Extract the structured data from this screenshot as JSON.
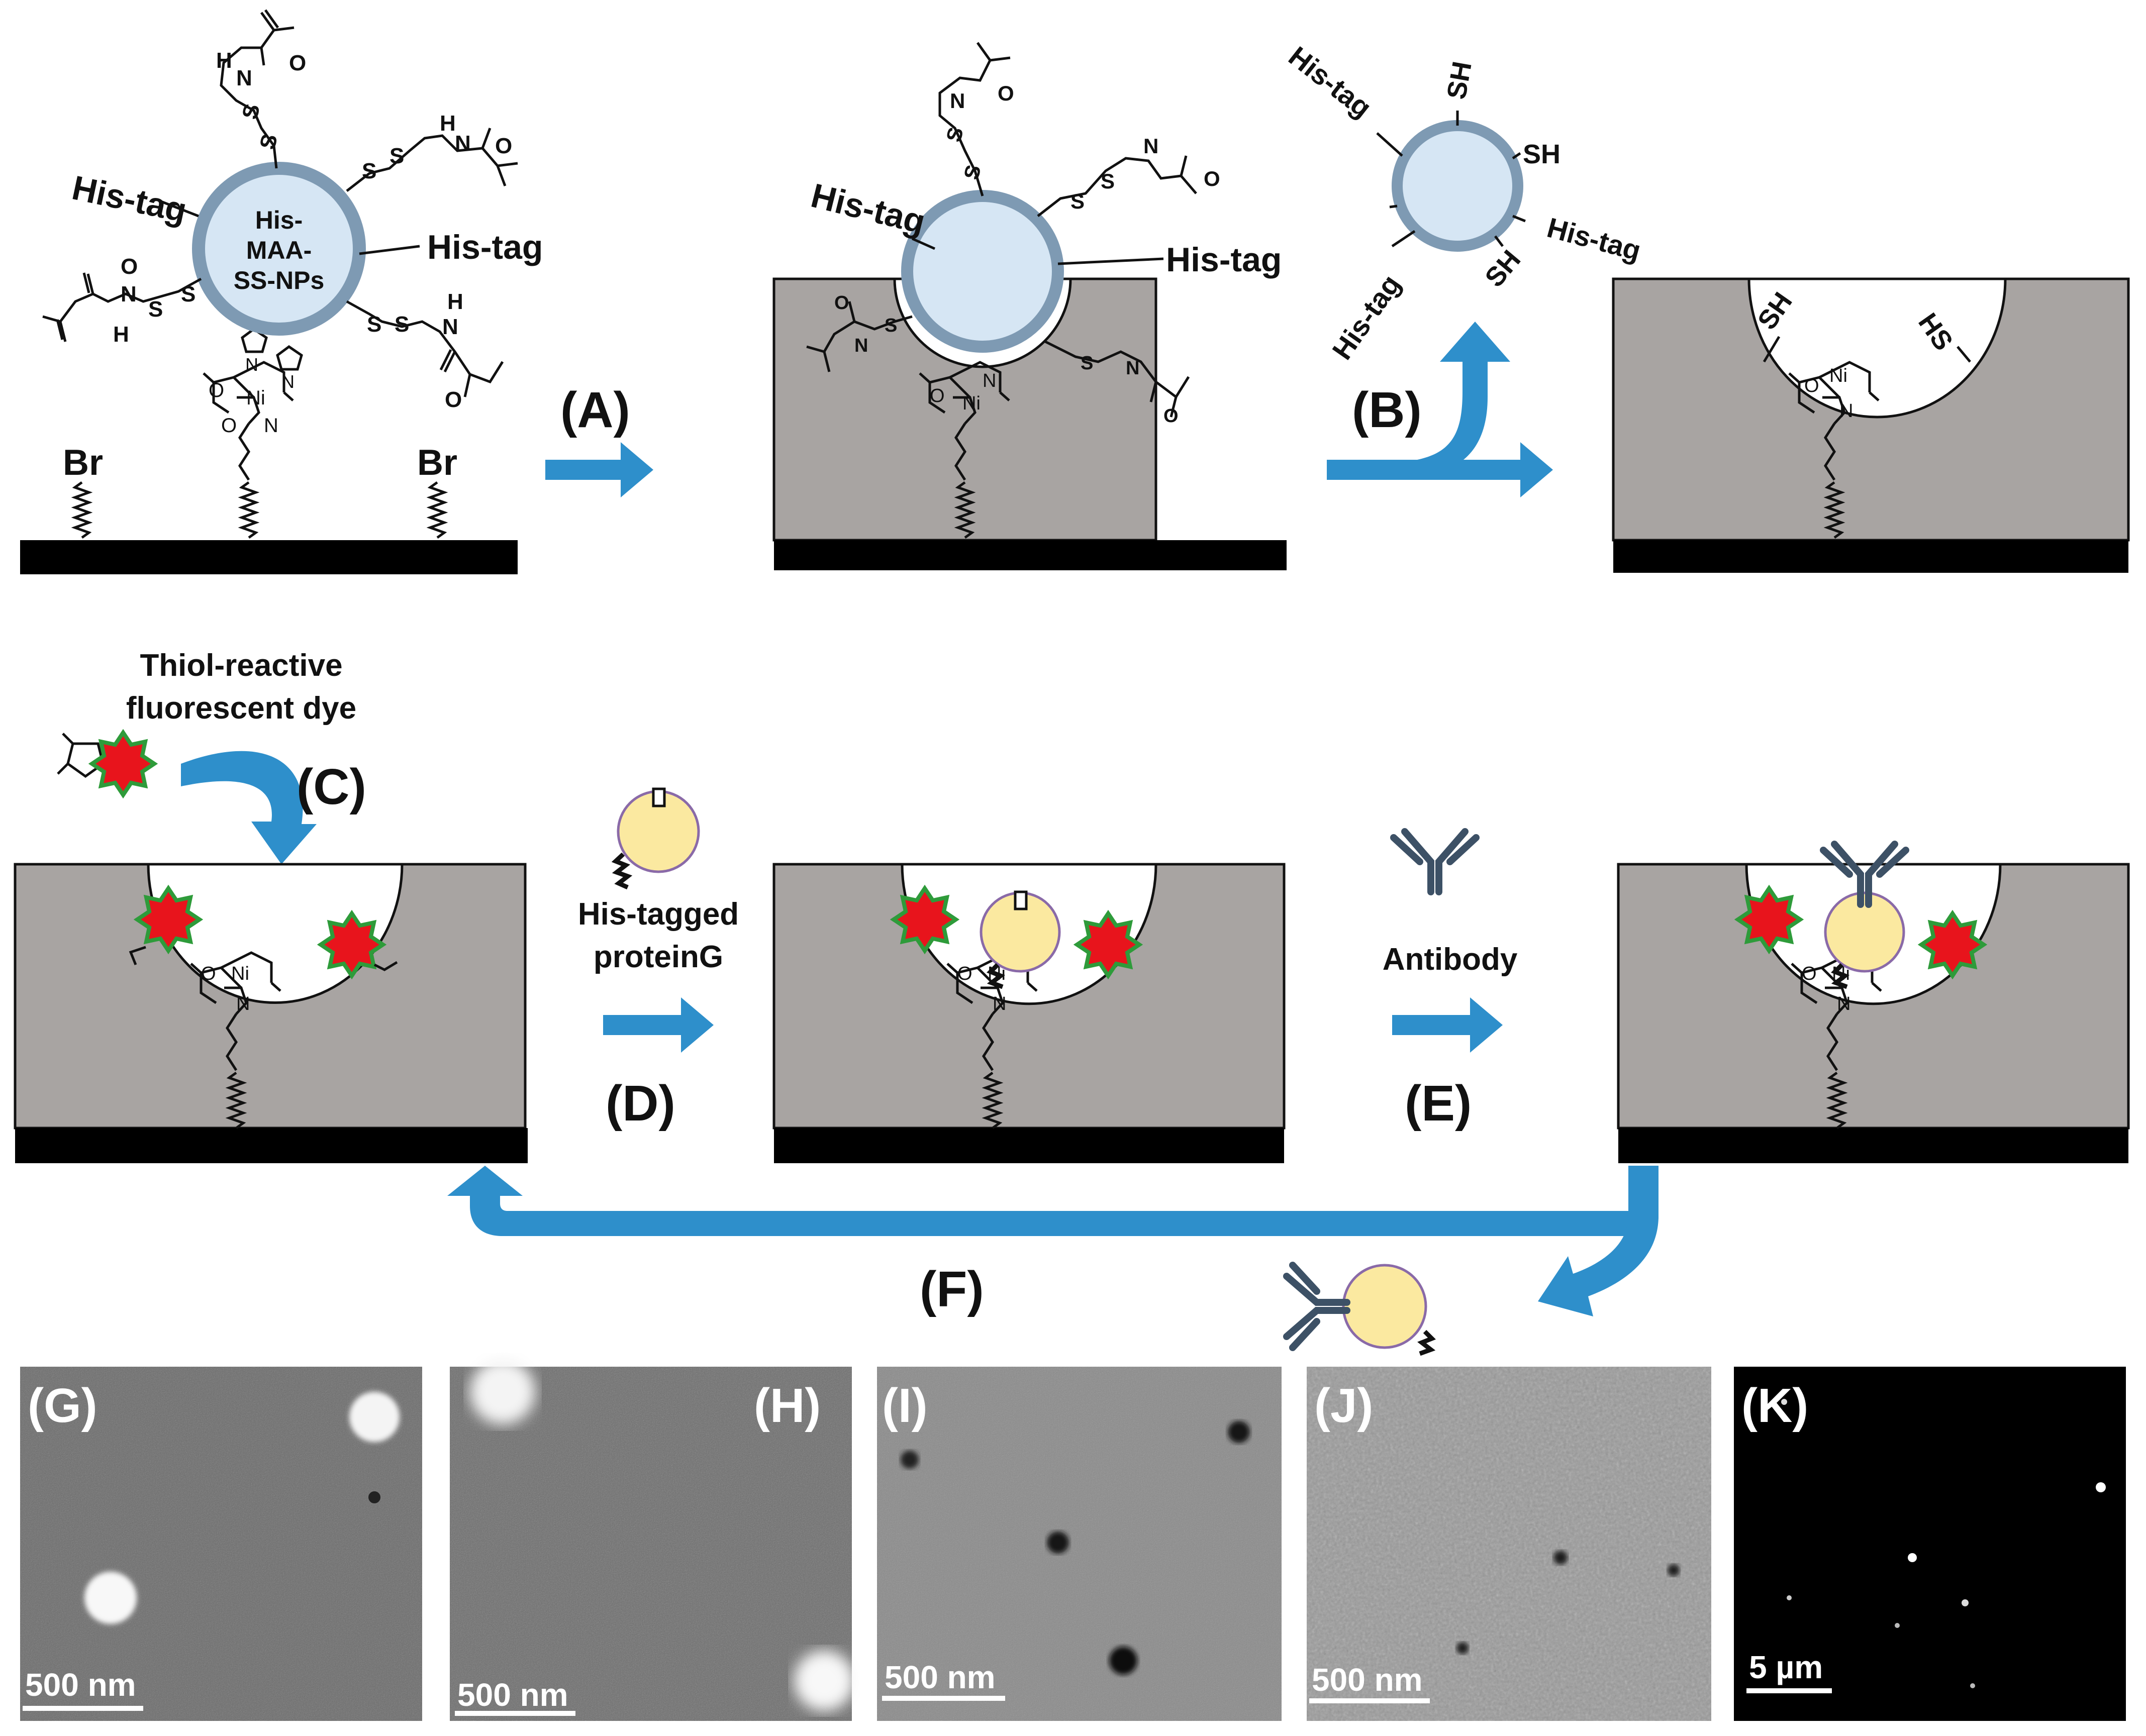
{
  "steps": {
    "a": "(A)",
    "b": "(B)",
    "c": "(C)",
    "d": "(D)",
    "e": "(E)",
    "f": "(F)"
  },
  "nanoparticle": {
    "label_line1": "His-",
    "label_line2": "MAA-",
    "label_line3": "SS-NPs",
    "his_tag": "His-tag",
    "thiol": "SH",
    "thiol_rev": "HS"
  },
  "substrate": {
    "initiator": "Br"
  },
  "chemistry": {
    "nickel": "Ni",
    "nitrogen": "N",
    "oxygen": "O",
    "sulfur": "S",
    "hydrogen": "H"
  },
  "reagents": {
    "dye_line1": "Thiol-reactive",
    "dye_line2": "fluorescent dye",
    "protein_line1": "His-tagged",
    "protein_line2": "proteinG",
    "antibody": "Antibody"
  },
  "micrographs": [
    {
      "label": "(G)",
      "scale": "500 nm"
    },
    {
      "label": "(H)",
      "scale": "500 nm"
    },
    {
      "label": "(I)",
      "scale": "500 nm"
    },
    {
      "label": "(J)",
      "scale": "500 nm"
    },
    {
      "label": "(K)",
      "scale": "5 µm"
    }
  ],
  "colors": {
    "arrow": "#2e8fcb",
    "arrow_dark": "#1a6fa3",
    "polymer": "#a8a4a2",
    "particle_fill": "#d6e6f4",
    "particle_ring": "#7e9ab3",
    "protein_fill": "#fbe9a0",
    "protein_ring": "#8a6aa8",
    "dye_fill": "#e8141c",
    "dye_ring": "#2e9b3a",
    "antibody": "#3d5166"
  }
}
